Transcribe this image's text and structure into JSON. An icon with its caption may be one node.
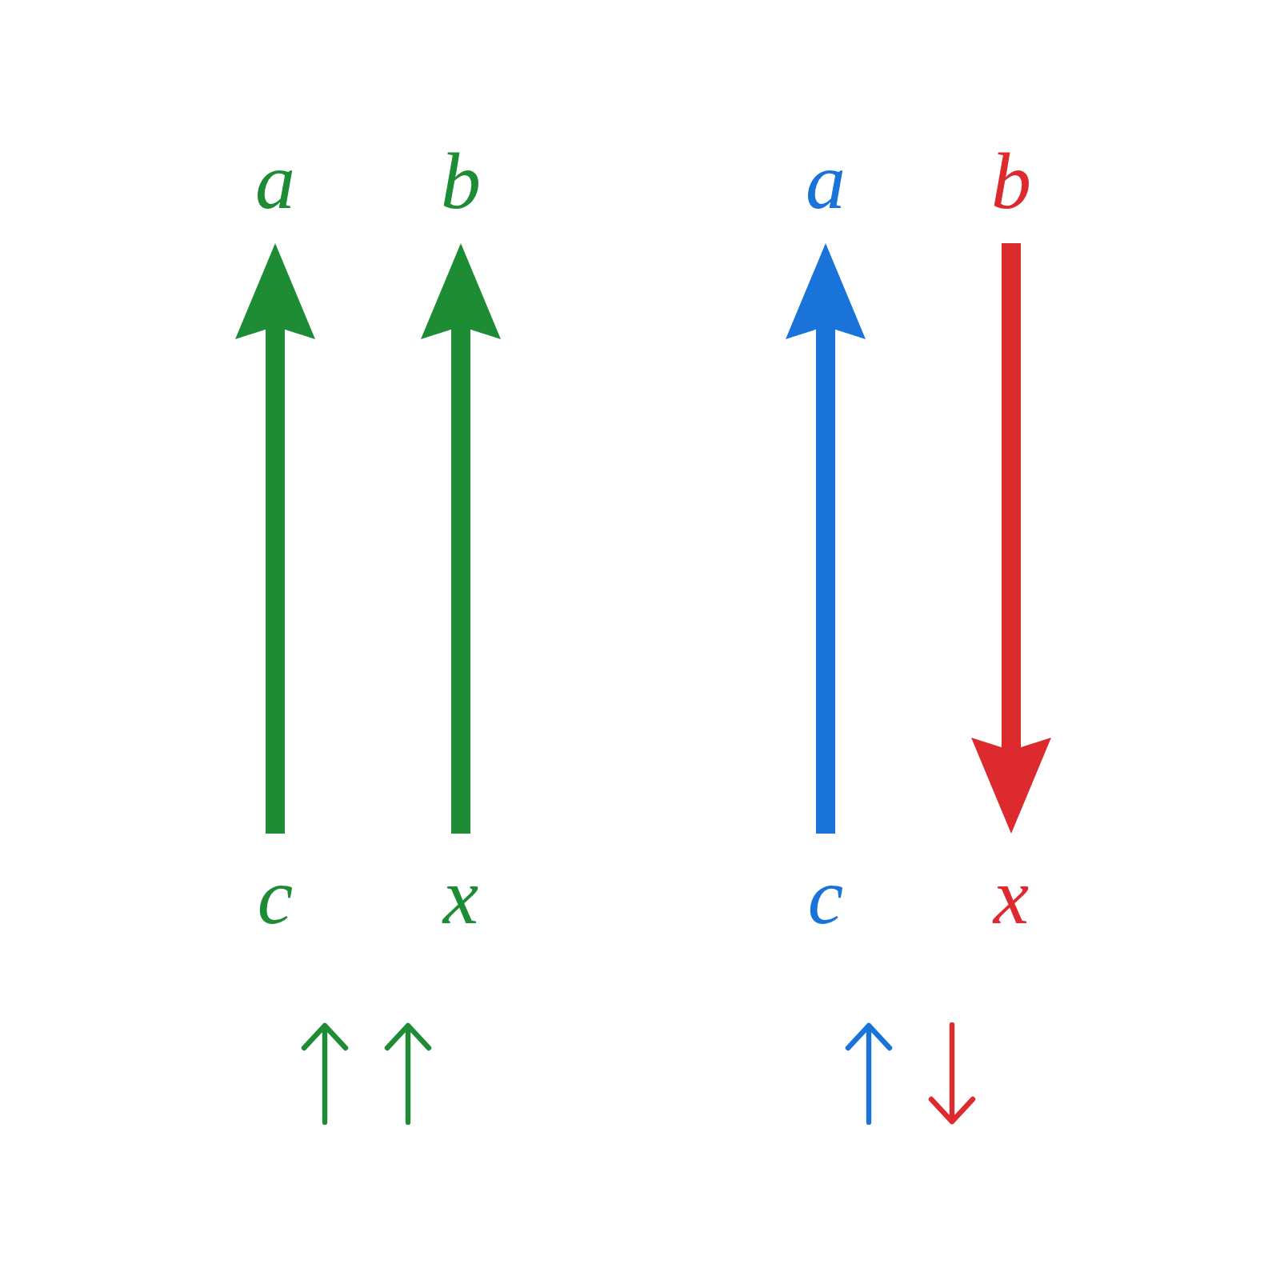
{
  "diagram": {
    "nodes": [
      {
        "text": [
          "a"
        ]
      },
      {
        "text": [
          "b"
        ]
      },
      {
        "text": [
          "a"
        ]
      },
      {
        "text": [
          "b"
        ]
      },
      {
        "text": [
          "c"
        ]
      },
      {
        "text": [
          "x"
        ]
      },
      {
        "text": [
          "c"
        ]
      },
      {
        "text": [
          "x"
        ]
      }
    ],
    "edges": [
      {
        "from": 4,
        "to": 0,
        "arrow": "to"
      },
      {
        "from": 5,
        "to": 1,
        "arrow": "to"
      },
      {
        "from": 6,
        "to": 2,
        "arrow": "to",
        "color": "#1a73d9"
      },
      {
        "from": 3,
        "to": 7,
        "arrow": "to",
        "color": "#dd2a2e"
      }
    ]
  }
}
